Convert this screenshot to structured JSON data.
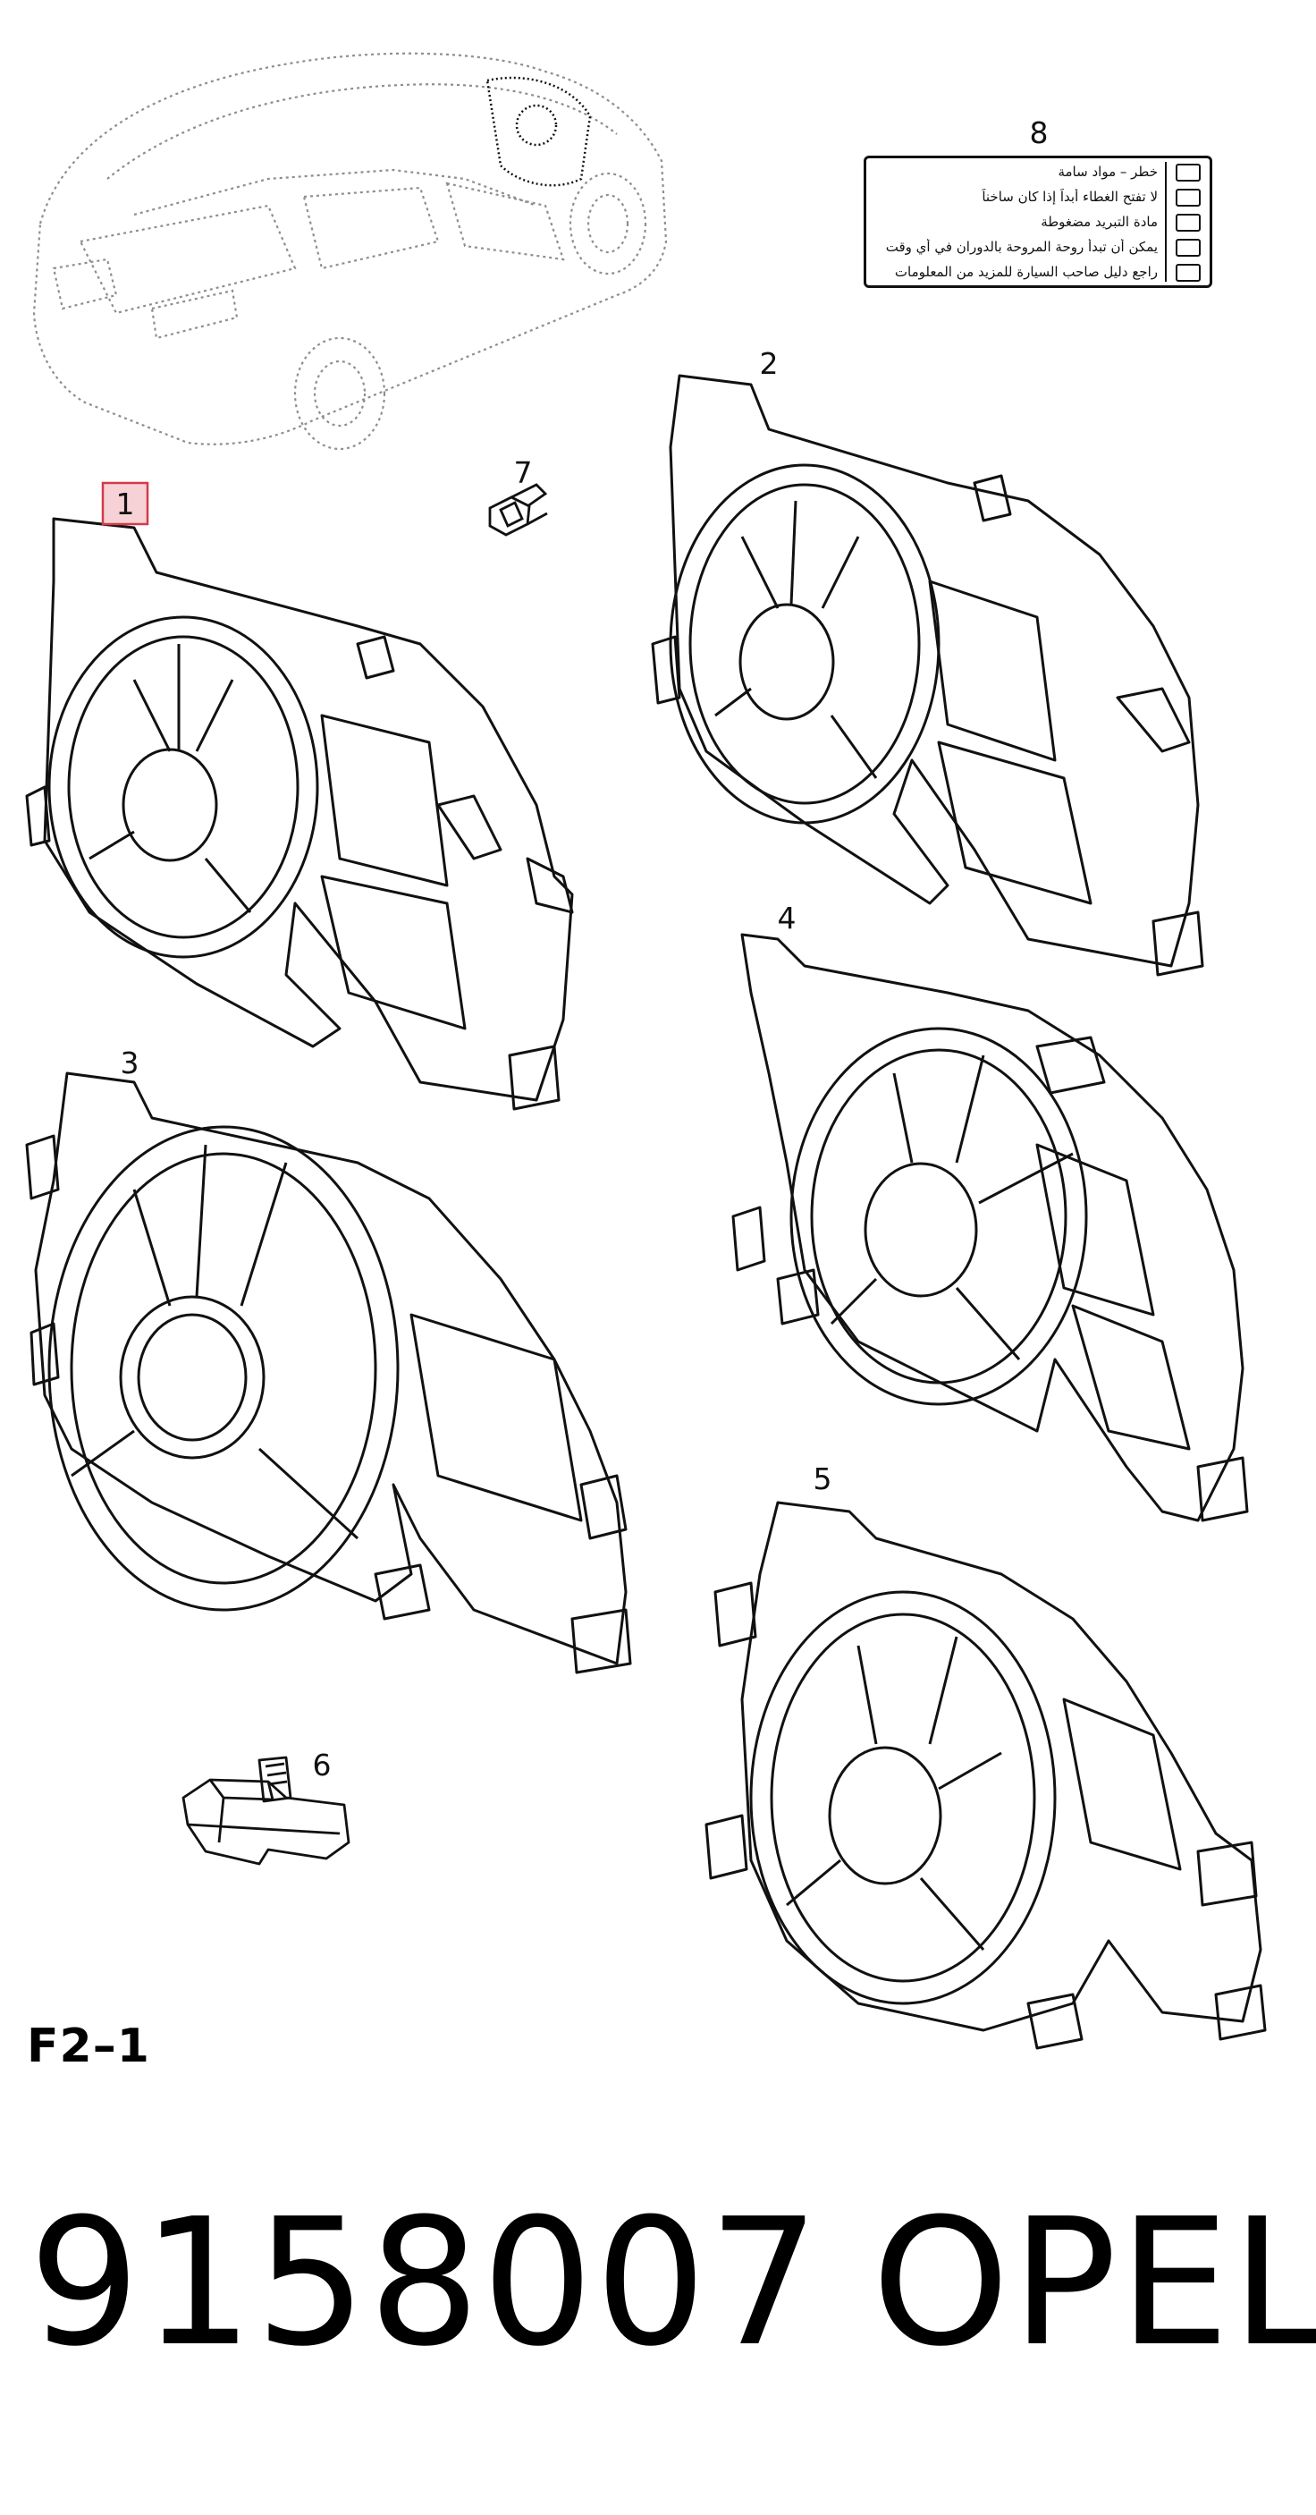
{
  "callouts": [
    "1",
    "2",
    "3",
    "4",
    "5",
    "6",
    "7",
    "8"
  ],
  "label_8": {
    "lines": [
      "خطر – مواد سامة",
      "لا تفتح الغطاء أبداً إذا كان ساخناً",
      "مادة التبريد مضغوطة",
      "يمكن أن تبدأ روحة المروحة بالدوران في أي وقت",
      "راجع دليل صاحب السيارة للمزيد من المعلومات"
    ]
  },
  "section_code": "F2–1",
  "part_number": "9158007",
  "brand": "OPEL",
  "colors": {
    "line": "#111111",
    "car_outline": "#9a9a9a",
    "highlight_fill": "#f6d2d6",
    "highlight_border": "#d43a4a"
  }
}
